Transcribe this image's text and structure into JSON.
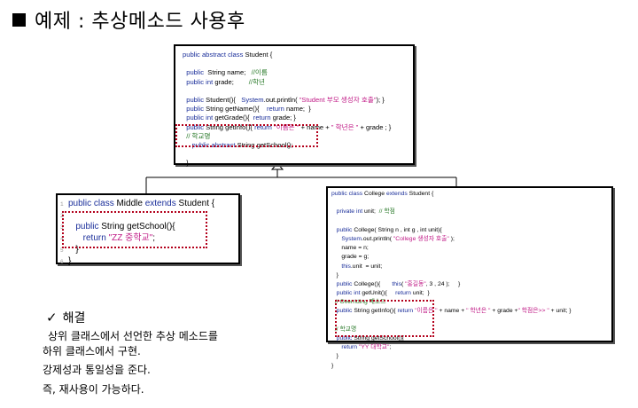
{
  "title": "예제 : 추상메소드 사용후",
  "student_box": {
    "lines": [
      [
        [
          "kw",
          "public abstract class"
        ],
        [
          "fn",
          " Student {"
        ]
      ],
      [
        [
          "fn",
          ""
        ]
      ],
      [
        [
          "kw",
          "  public  "
        ],
        [
          "ty",
          "String"
        ],
        [
          "fn",
          " name;   "
        ],
        [
          "cm",
          "//이름"
        ]
      ],
      [
        [
          "kw",
          "  public int"
        ],
        [
          "fn",
          " grade;        "
        ],
        [
          "cm",
          "//학년"
        ]
      ],
      [
        [
          "fn",
          ""
        ]
      ],
      [
        [
          "kw",
          "  public"
        ],
        [
          "fn",
          " Student(){   "
        ],
        [
          "kw",
          "System"
        ],
        [
          "fn",
          ".out.println( "
        ],
        [
          "str",
          "\"Student 부모 생성자 호출\""
        ],
        [
          "fn",
          "); }"
        ]
      ],
      [
        [
          "kw",
          "  public"
        ],
        [
          "ty",
          " String"
        ],
        [
          "fn",
          " getName(){    "
        ],
        [
          "kw",
          "return"
        ],
        [
          "fn",
          " name;  }"
        ]
      ],
      [
        [
          "kw",
          "  public int"
        ],
        [
          "fn",
          " getGrade(){  "
        ],
        [
          "kw",
          "return"
        ],
        [
          "fn",
          " grade; }"
        ]
      ],
      [
        [
          "kw",
          "  public"
        ],
        [
          "ty",
          " String"
        ],
        [
          "fn",
          " getInfo(){ "
        ],
        [
          "kw",
          "return"
        ],
        [
          "str",
          " \"이름은 \""
        ],
        [
          "fn",
          " + name + "
        ],
        [
          "str",
          "\" 학년은 \""
        ],
        [
          "fn",
          " + grade ; }"
        ]
      ],
      [
        [
          "cm",
          "  // 학교명"
        ]
      ],
      [
        [
          "kw",
          "     public abstract"
        ],
        [
          "ty",
          " String"
        ],
        [
          "fn",
          " getSchool();"
        ]
      ],
      [
        [
          "fn",
          ""
        ]
      ],
      [
        [
          "fn",
          "  }"
        ]
      ]
    ]
  },
  "middle_box": {
    "lines": [
      [
        [
          "kw",
          "public class"
        ],
        [
          "fn",
          " Middle "
        ],
        [
          "kw",
          "extends"
        ],
        [
          "fn",
          " Student {"
        ]
      ],
      [
        [
          "fn",
          ""
        ]
      ],
      [
        [
          "kw",
          "   public"
        ],
        [
          "ty",
          " String"
        ],
        [
          "fn",
          " getSchool(){"
        ]
      ],
      [
        [
          "kw",
          "      return"
        ],
        [
          "str",
          " \"ZZ 중학교\""
        ],
        [
          "fn",
          ";"
        ]
      ],
      [
        [
          "fn",
          "   }"
        ]
      ],
      [
        [
          "fn",
          "}"
        ]
      ]
    ]
  },
  "college_box": {
    "lines": [
      [
        [
          "kw",
          "public class"
        ],
        [
          "fn",
          " College "
        ],
        [
          "kw",
          "extends"
        ],
        [
          "fn",
          " Student {"
        ]
      ],
      [
        [
          "fn",
          ""
        ]
      ],
      [
        [
          "kw",
          "   private int"
        ],
        [
          "fn",
          " unit;  "
        ],
        [
          "cm",
          "// 학점"
        ]
      ],
      [
        [
          "fn",
          ""
        ]
      ],
      [
        [
          "kw",
          "   public"
        ],
        [
          "fn",
          " College( "
        ],
        [
          "ty",
          "String"
        ],
        [
          "fn",
          " n , int g , int unit){"
        ]
      ],
      [
        [
          "kw",
          "      System"
        ],
        [
          "fn",
          ".out.println( "
        ],
        [
          "str",
          "\"College 생성자 호출\""
        ],
        [
          "fn",
          " );"
        ]
      ],
      [
        [
          "fn",
          "      name = n;"
        ]
      ],
      [
        [
          "fn",
          "      grade = g;"
        ]
      ],
      [
        [
          "kw",
          "      this"
        ],
        [
          "fn",
          ".unit  = unit;"
        ]
      ],
      [
        [
          "fn",
          "   }"
        ]
      ],
      [
        [
          "kw",
          "   public"
        ],
        [
          "fn",
          " College(){       "
        ],
        [
          "kw",
          "this"
        ],
        [
          "fn",
          "( "
        ],
        [
          "str",
          "\"홍길동\""
        ],
        [
          "fn",
          ", 3 , 24 );     }"
        ]
      ],
      [
        [
          "kw",
          "   public int"
        ],
        [
          "fn",
          " getUnit(){     "
        ],
        [
          "kw",
          "return"
        ],
        [
          "fn",
          " unit;  }"
        ]
      ],
      [
        [
          "cm",
          "  // Overriding 메소드"
        ]
      ],
      [
        [
          "kw",
          "   public"
        ],
        [
          "ty",
          " String"
        ],
        [
          "fn",
          " getInfo(){ "
        ],
        [
          "kw",
          "return"
        ],
        [
          "str",
          " \"이름은 \""
        ],
        [
          "fn",
          " + name + "
        ],
        [
          "str",
          "\" 학년은 \""
        ],
        [
          "fn",
          " + grade +"
        ],
        [
          "str",
          "\" 학점은>> \""
        ],
        [
          "fn",
          " + unit; }"
        ]
      ],
      [
        [
          "fn",
          ""
        ]
      ],
      [
        [
          "cm",
          "  // 학교명"
        ]
      ],
      [
        [
          "kw",
          "   public"
        ],
        [
          "ty",
          " String"
        ],
        [
          "fn",
          " getSchool(){"
        ]
      ],
      [
        [
          "kw",
          "      return"
        ],
        [
          "str",
          " \"YY 대학교\""
        ],
        [
          "fn",
          ";"
        ]
      ],
      [
        [
          "fn",
          "   }"
        ]
      ],
      [
        [
          "fn",
          "}"
        ]
      ]
    ]
  },
  "result": {
    "heading": "해결",
    "line1": "상위 클래스에서 선언한 추상 메소드를",
    "line2": "하위 클래스에서 구현.",
    "line3": "강제성과 통일성을 준다.",
    "line4": "즉, 재사용이 가능하다."
  }
}
